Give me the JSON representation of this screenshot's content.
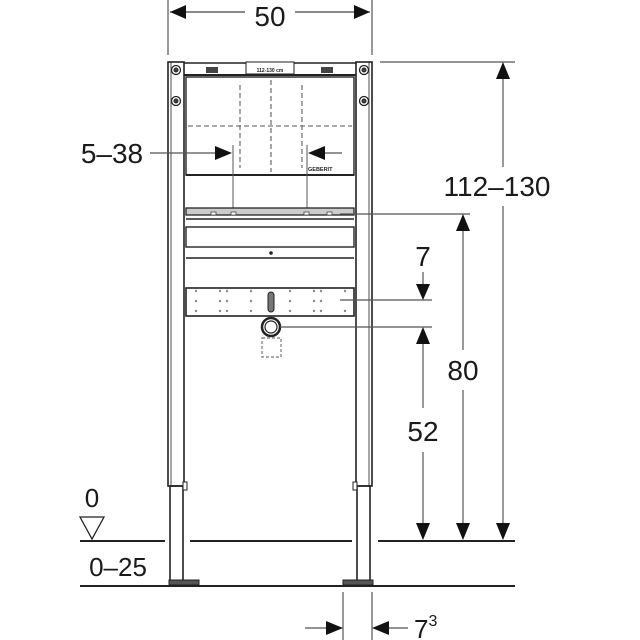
{
  "drawing": {
    "type": "technical-dimension-drawing",
    "subject": "wall-mounted installation frame (front elevation)",
    "units": "cm",
    "colors": {
      "line": "#222222",
      "dim_line": "#555555",
      "dashed": "#777777",
      "background": "#ffffff"
    }
  },
  "dimensions": {
    "width": "50",
    "mount_spacing": "5–38",
    "total_height": "112–130",
    "upper_rail_height": "80",
    "offset_small": "7",
    "outlet_height": "52",
    "floor_level": "0",
    "floor_adjust": "0–25",
    "foot_depth_base": "7",
    "foot_depth_sup": "3"
  },
  "labels": {
    "brand_mark": "GEBERIT",
    "plate_label": "112-130 cm"
  }
}
